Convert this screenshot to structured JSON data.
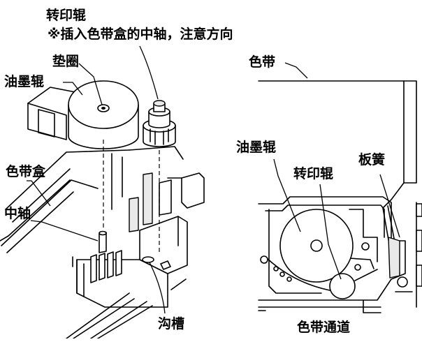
{
  "labels": {
    "transfer_roller_top": "转印辊",
    "note_top": "※插入色带盒的中轴，注意方向",
    "washer": "垫圈",
    "ink_roller_left": "油墨辊",
    "ribbon_cassette": "色带盒",
    "center_shaft": "中轴",
    "groove": "沟槽",
    "ribbon": "色带",
    "ink_roller_right": "油墨辊",
    "transfer_roller_right": "转印辊",
    "leaf_spring": "板簧",
    "ribbon_path": "色带通道"
  }
}
